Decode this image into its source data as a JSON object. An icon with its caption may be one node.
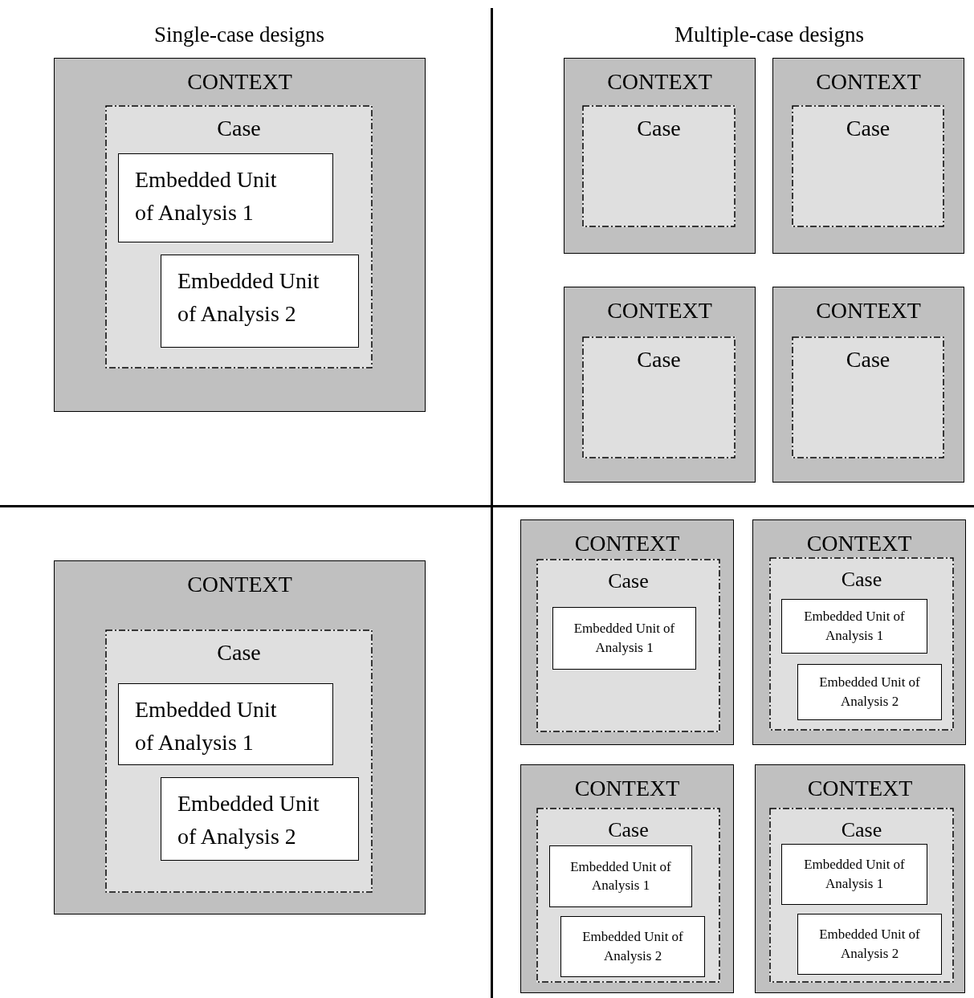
{
  "diagram": {
    "nodes": [
      {
        "text": [
          "CONTEXT"
        ]
      },
      {
        "text": [
          "Case"
        ],
        "in": 0
      },
      {
        "text": [
          "Embedded Unit of Analysis 1"
        ],
        "in": 1
      },
      {
        "text": [
          "Embedded Unit of Analysis 2"
        ],
        "in": 1
      },
      {
        "text": [
          "CONTEXT"
        ]
      },
      {
        "text": [
          "Case"
        ],
        "in": 4
      },
      {
        "text": [
          "CONTEXT"
        ]
      },
      {
        "text": [
          "Case"
        ],
        "in": 6
      },
      {
        "text": [
          "CONTEXT"
        ]
      },
      {
        "text": [
          "Case"
        ],
        "in": 8
      },
      {
        "text": [
          "CONTEXT"
        ]
      },
      {
        "text": [
          "Case"
        ],
        "in": 10
      },
      {
        "text": [
          "CONTEXT"
        ]
      },
      {
        "text": [
          "Case"
        ],
        "in": 12
      },
      {
        "text": [
          "Embedded Unit of Analysis 1"
        ],
        "in": 13
      },
      {
        "text": [
          "Embedded Unit of Analysis 2"
        ],
        "in": 13
      },
      {
        "text": [
          "CONTEXT"
        ]
      },
      {
        "text": [
          "Case"
        ],
        "in": 16
      },
      {
        "text": [
          "Embedded Unit of Analysis 1"
        ],
        "in": 17
      },
      {
        "text": [
          "CONTEXT"
        ]
      },
      {
        "text": [
          "Case"
        ],
        "in": 19
      },
      {
        "text": [
          "Embedded Unit of Analysis 1"
        ],
        "in": 20
      },
      {
        "text": [
          "Embedded Unit of Analysis 2"
        ],
        "in": 20
      },
      {
        "text": [
          "CONTEXT"
        ]
      },
      {
        "text": [
          "Case"
        ],
        "in": 23
      },
      {
        "text": [
          "Embedded Unit of Analysis 1"
        ],
        "in": 24
      },
      {
        "text": [
          "Embedded Unit of Analysis 2"
        ],
        "in": 24
      },
      {
        "text": [
          "CONTEXT"
        ]
      },
      {
        "text": [
          "Case"
        ],
        "in": 27
      },
      {
        "text": [
          "Embedded Unit of Analysis 1"
        ],
        "in": 28
      },
      {
        "text": [
          "Embedded Unit of Analysis 2"
        ],
        "in": 28
      }
    ],
    "labels": [
      "Single-case designs",
      "Multiple-case designs"
    ]
  }
}
